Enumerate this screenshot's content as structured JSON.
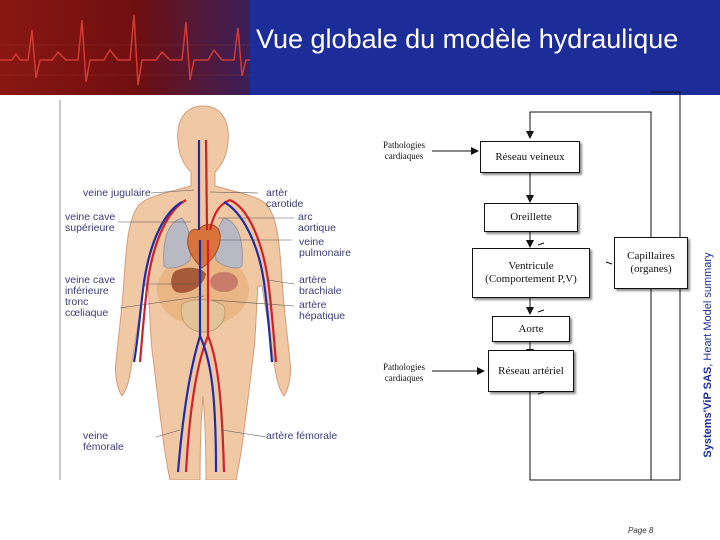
{
  "title": "Vue globale du modèle hydraulique",
  "side_banner": {
    "company": "Systems'ViP SAS",
    "rest": ", Heart Model summary"
  },
  "anatomy_labels": {
    "veine_jugulaire": "veine jugulaire",
    "artere_carotide": "artèr carotide",
    "veine_cave_superieure": "veine cave supérieure",
    "arc_aortique": "arc aortique",
    "veine_pulmonaire": "veine pulmonaire",
    "veine_cave_inferieure": "veine cave inférieure",
    "tronc_coeliaque": "tronc cœliaque",
    "artere_brachiale": "artère brachiale",
    "artere_hepatique": "artère hépatique",
    "veine_femorale": "veine fémorale",
    "artere_femorale": "artère fémorale"
  },
  "diagram": {
    "pathologies_top": "Pathologies cardiaques",
    "pathologies_bottom": "Pathologies cardiaques",
    "reseau_veineux": "Réseau veineux",
    "oreillette": "Oreillette",
    "ventricule": "Ventricule (Comportement P,V)",
    "capillaires": "Capillaires (organes)",
    "aorte": "Aorte",
    "reseau_arteriel": "Réseau artériel"
  },
  "footer": {
    "page": "Page 8"
  },
  "colors": {
    "header_blue": "#1c2d9a",
    "artery_red": "#d0202a",
    "vein_blue": "#1f2ea8"
  }
}
